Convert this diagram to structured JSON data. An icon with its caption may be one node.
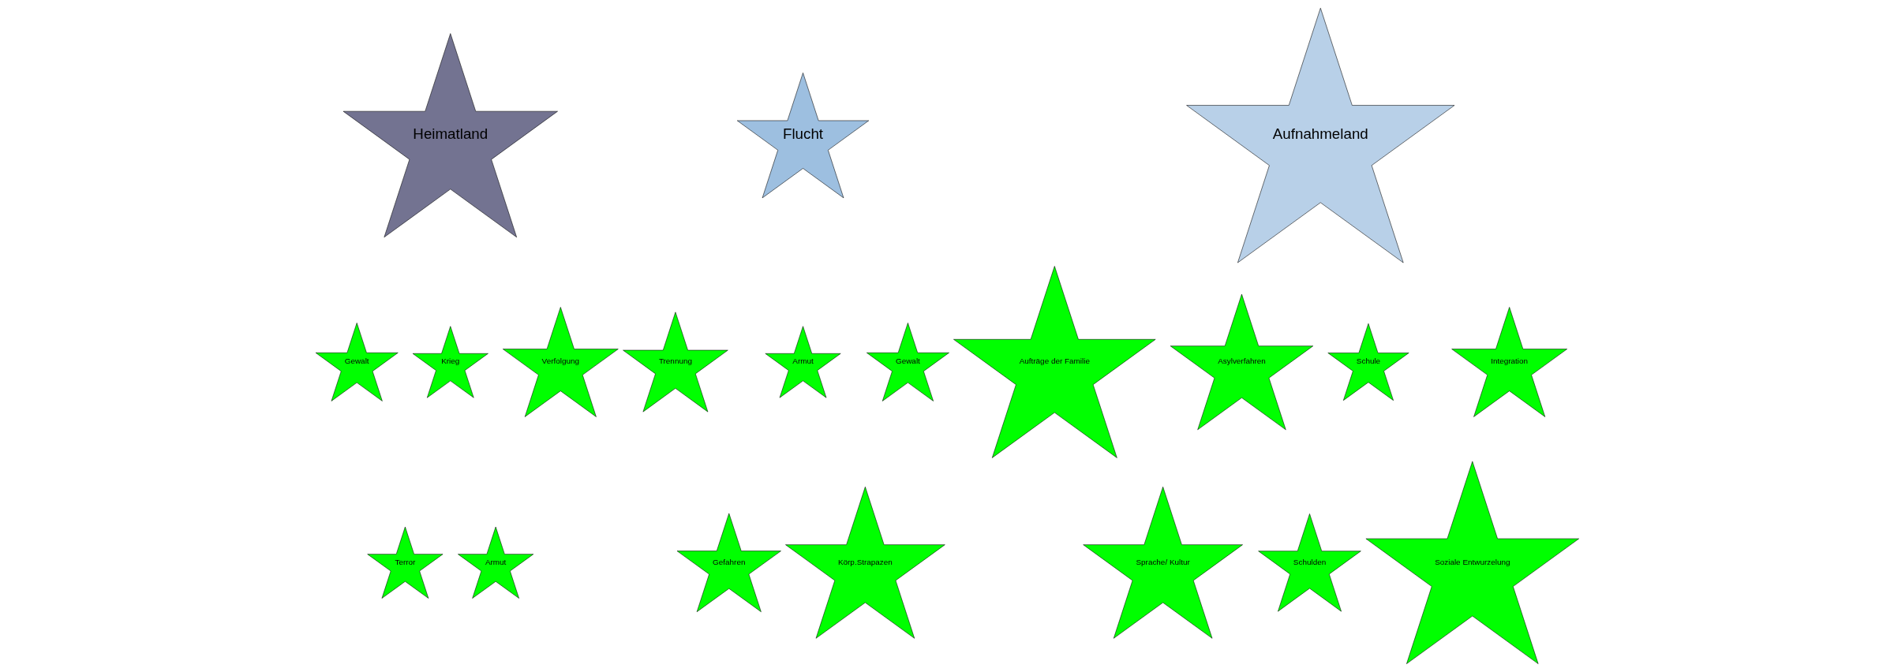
{
  "diagram": {
    "nodes": [
      {
        "text": [
          "Heimatland"
        ]
      },
      {
        "text": [
          "Gewalt"
        ]
      },
      {
        "text": [
          "Terror"
        ]
      },
      {
        "text": [
          "Krieg"
        ]
      },
      {
        "text": [
          "Armut"
        ]
      },
      {
        "text": [
          "Verfolgung"
        ]
      },
      {
        "text": [
          "Flucht"
        ]
      },
      {
        "text": [
          "Trennung"
        ]
      },
      {
        "text": [
          "Gefahren"
        ]
      },
      {
        "text": [
          "Armut"
        ]
      },
      {
        "text": [
          "Körp.Strapazen"
        ]
      },
      {
        "text": [
          "Gewalt"
        ]
      },
      {
        "text": [
          "Aufnahmeland"
        ]
      },
      {
        "text": [
          "Aufträge der Familie"
        ]
      },
      {
        "text": [
          "Sprache/ Kultur"
        ]
      },
      {
        "text": [
          "Asylverfahren"
        ]
      },
      {
        "text": [
          "Schulden"
        ]
      },
      {
        "text": [
          "Schule"
        ]
      },
      {
        "text": [
          "Soziale Entwurzelung"
        ]
      },
      {
        "text": [
          "Integration"
        ]
      }
    ]
  }
}
